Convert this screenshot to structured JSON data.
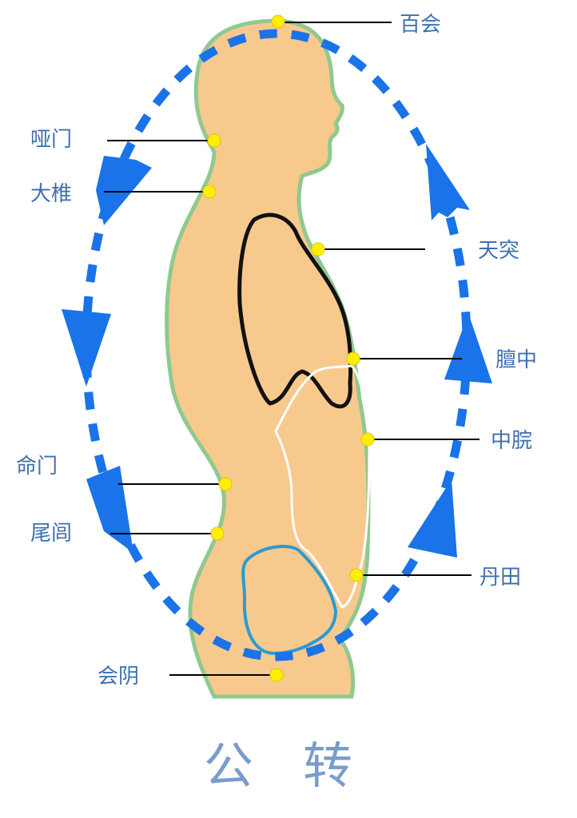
{
  "title": "公　转",
  "points": [
    {
      "id": "baihui",
      "label": "百会"
    },
    {
      "id": "yamen",
      "label": "哑门"
    },
    {
      "id": "dazhui",
      "label": "大椎"
    },
    {
      "id": "tiantu",
      "label": "天突"
    },
    {
      "id": "danzhong",
      "label": "膻中"
    },
    {
      "id": "zhongwan",
      "label": "中脘"
    },
    {
      "id": "mingmen",
      "label": "命门"
    },
    {
      "id": "weilv",
      "label": "尾闾"
    },
    {
      "id": "dantian",
      "label": "丹田"
    },
    {
      "id": "huiyin",
      "label": "会阴"
    }
  ],
  "colors": {
    "body_fill": "#f8c98d",
    "body_outline": "#8fc98f",
    "orbit": "#1a73e8",
    "point": "#ffee00",
    "label": "#3f6fb0",
    "lung": "#111111",
    "stomach": "#ffffff",
    "intestine": "#2a9bd1"
  }
}
